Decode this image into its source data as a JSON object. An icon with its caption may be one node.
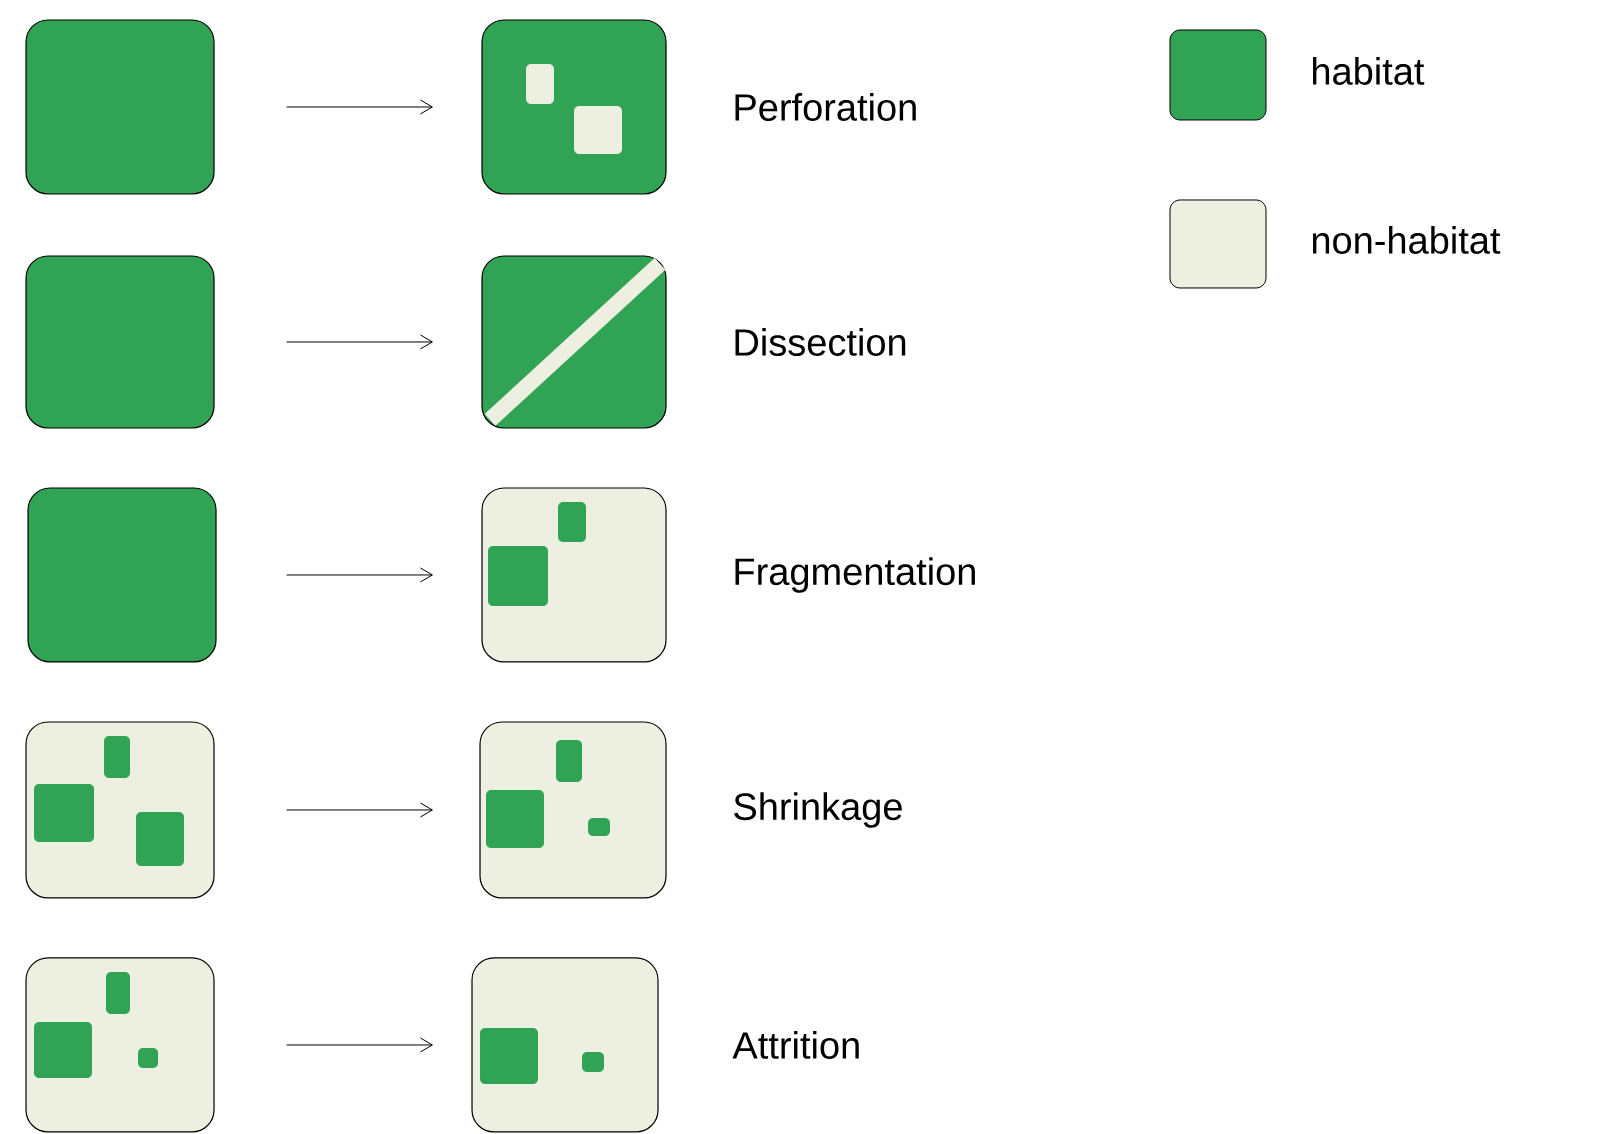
{
  "diagram": {
    "nodes": [
      {
        "text": [],
        "shape": "box"
      },
      {
        "text": [],
        "shape": "box",
        "beside": [
          "Perforation"
        ]
      },
      {
        "text": [],
        "shape": "box"
      },
      {
        "text": [],
        "shape": "box",
        "beside": [
          "Dissection"
        ]
      },
      {
        "text": [],
        "shape": "box"
      },
      {
        "text": [],
        "shape": "box",
        "beside": [
          "Fragmentation"
        ]
      },
      {
        "text": [],
        "shape": "box"
      },
      {
        "text": [],
        "shape": "box",
        "beside": [
          "Shrinkage"
        ]
      },
      {
        "text": [],
        "shape": "box"
      },
      {
        "text": [],
        "shape": "box",
        "beside": [
          "Attrition"
        ]
      }
    ],
    "edges": [
      {
        "from": 0,
        "to": 1,
        "arrow": "to"
      },
      {
        "from": 2,
        "to": 3,
        "arrow": "to"
      },
      {
        "from": 4,
        "to": 5,
        "arrow": "to"
      },
      {
        "from": 6,
        "to": 7,
        "arrow": "to"
      },
      {
        "from": 8,
        "to": 9,
        "arrow": "to"
      }
    ],
    "legend": [
      {
        "text": "habitat",
        "color": "#31a354"
      },
      {
        "text": "non-habitat",
        "color": "#edefe0"
      }
    ]
  }
}
